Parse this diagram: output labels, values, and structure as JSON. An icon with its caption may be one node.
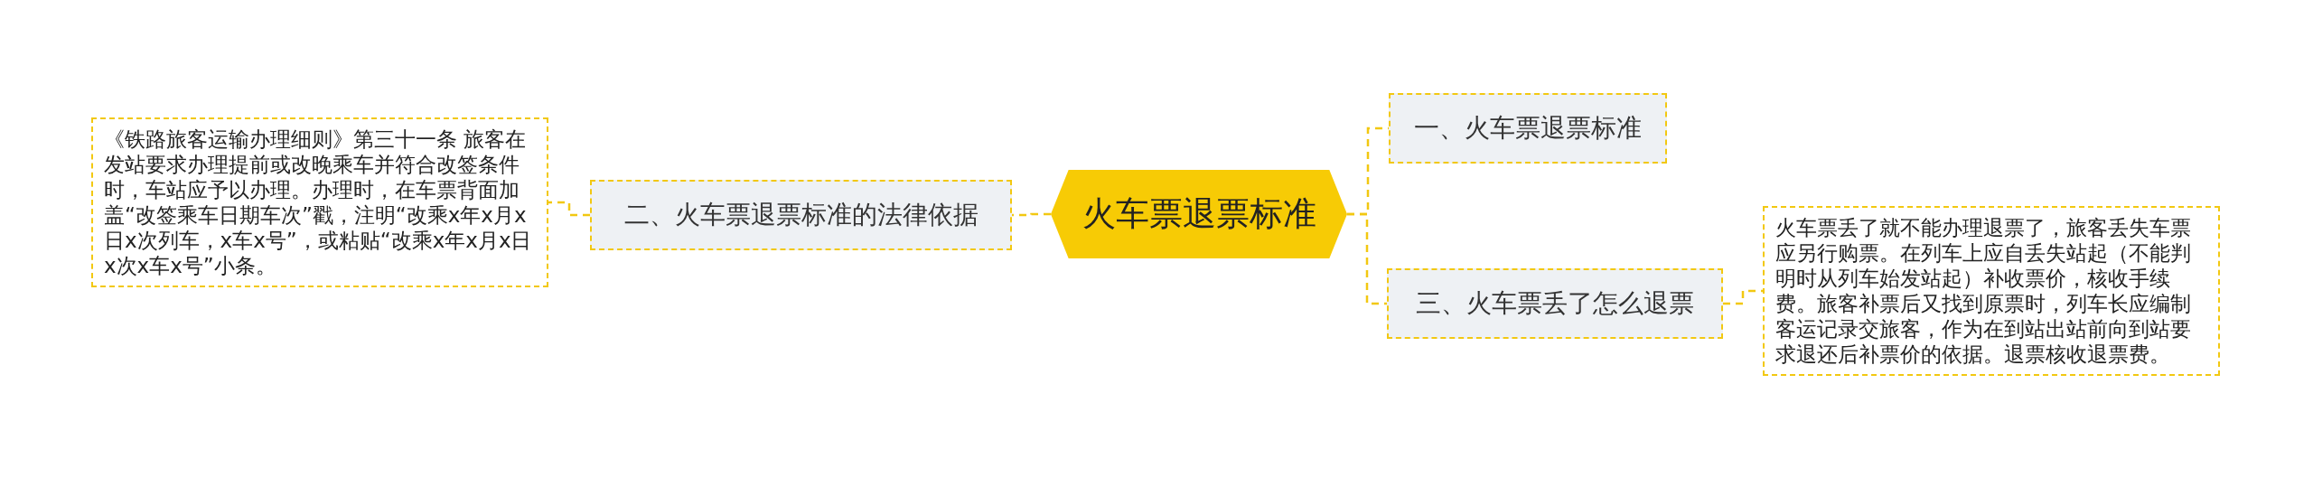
{
  "diagram": {
    "nodes": [
      {
        "text": [
          "火车票退票标准"
        ]
      },
      {
        "text": [
          "一、火车票退票标准"
        ]
      },
      {
        "text": [
          "二、火车票退票标准的法律依据"
        ]
      },
      {
        "text": [
          "《铁路旅客运输办理细则》第三十一条 旅客在发站要求办理提前或改晚乘车并符合改签条件时，车站应予以办理。办理时，在车票背面加盖“改签乘车日期车次”戳，注明“改乘x年x月x日x次列车，x车x号”，或粘贴“改乘x年x月x日x次x车x号”小条。"
        ]
      },
      {
        "text": [
          "三、火车票丢了怎么退票"
        ]
      },
      {
        "text": [
          "火车票丢了就不能办理退票了，旅客丢失车票应另行购票。在列车上应自丢失站起（不能判明时从列车始发站起）补收票价，核收手续费。旅客补票后又找到原票时，列车长应编制客运记录交旅客，作为在到站出站前向到站要求退还后补票价的依据。退票核收退票费。"
        ]
      }
    ],
    "edges": [
      {
        "from": 0,
        "to": 1,
        "arrow": "none",
        "style": "dashed"
      },
      {
        "from": 0,
        "to": 2,
        "arrow": "none",
        "style": "dashed"
      },
      {
        "from": 2,
        "to": 3,
        "arrow": "none",
        "style": "dashed"
      },
      {
        "from": 0,
        "to": 4,
        "arrow": "none",
        "style": "dashed"
      },
      {
        "from": 4,
        "to": 5,
        "arrow": "none",
        "style": "dashed"
      }
    ]
  }
}
